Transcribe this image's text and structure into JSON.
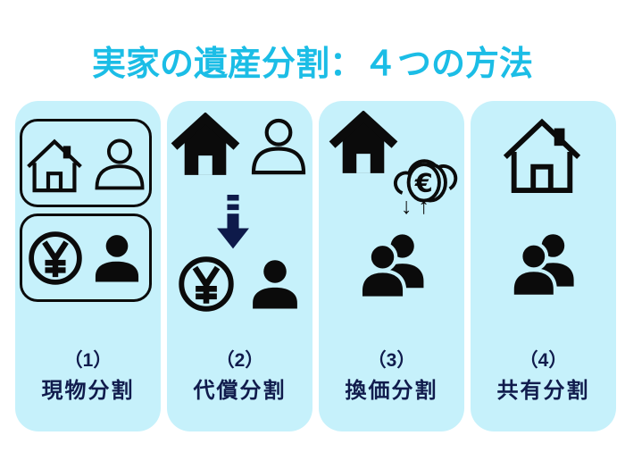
{
  "title": "実家の遺産分割：４つの方法",
  "colors": {
    "background": "#FFFFFF",
    "card_background": "#C6F1FB",
    "title_text": "#1BBDE6",
    "label_text": "#111C4D",
    "icon_black": "#0B0B0B",
    "arrow_navy": "#0E1A4A"
  },
  "glyphs": {
    "euro": "€",
    "yen": "¥",
    "exchange_arrows": "↓↑"
  },
  "cards": [
    {
      "number": "（1）",
      "name": "現物分割",
      "icons": [
        "house-outline",
        "person-outline",
        "yen-coin",
        "person-filled"
      ]
    },
    {
      "number": "（2）",
      "name": "代償分割",
      "icons": [
        "house-filled",
        "person-outline",
        "arrow-down-dashed",
        "yen-coin",
        "person-filled"
      ]
    },
    {
      "number": "（3）",
      "name": "換価分割",
      "icons": [
        "house-filled",
        "cloud-euro-coin",
        "exchange-arrows",
        "people-filled"
      ]
    },
    {
      "number": "（4）",
      "name": "共有分割",
      "icons": [
        "house-outline",
        "people-filled"
      ]
    }
  ]
}
